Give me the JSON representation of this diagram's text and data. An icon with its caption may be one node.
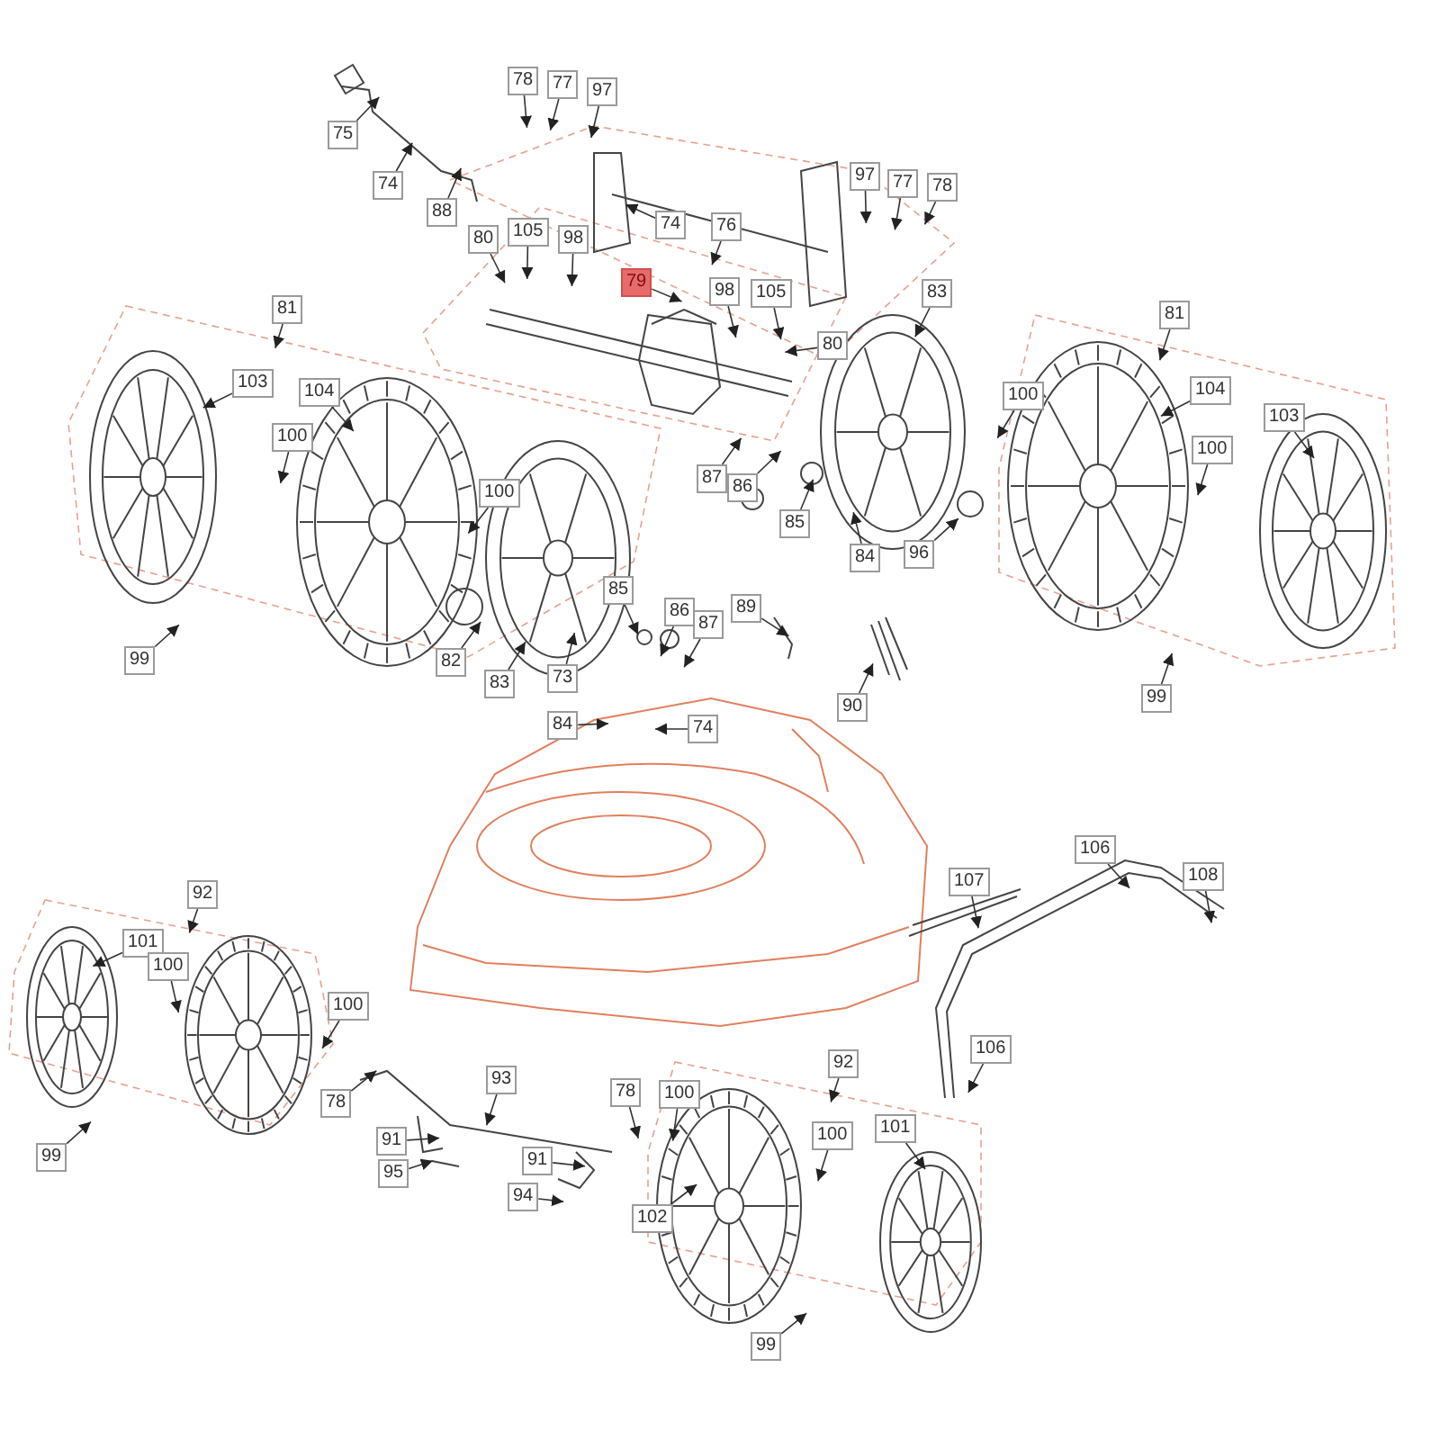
{
  "diagram": {
    "nodes": [
      {
        "text": [
          "75"
        ]
      },
      {
        "text": [
          "78"
        ]
      },
      {
        "text": [
          "77"
        ]
      },
      {
        "text": [
          "97"
        ]
      },
      {
        "text": [
          "74"
        ]
      },
      {
        "text": [
          "97"
        ]
      },
      {
        "text": [
          "77"
        ]
      },
      {
        "text": [
          "78"
        ]
      },
      {
        "text": [
          "88"
        ]
      },
      {
        "text": [
          "74"
        ]
      },
      {
        "text": [
          "76"
        ]
      },
      {
        "text": [
          "80"
        ]
      },
      {
        "text": [
          "105"
        ]
      },
      {
        "text": [
          "98"
        ]
      },
      {
        "text": [
          "79"
        ]
      },
      {
        "text": [
          "98"
        ]
      },
      {
        "text": [
          "83"
        ]
      },
      {
        "text": [
          "105"
        ]
      },
      {
        "text": [
          "81"
        ]
      },
      {
        "text": [
          "81"
        ]
      },
      {
        "text": [
          "80"
        ]
      },
      {
        "text": [
          "103"
        ]
      },
      {
        "text": [
          "104"
        ]
      },
      {
        "text": [
          "104"
        ]
      },
      {
        "text": [
          "100"
        ]
      },
      {
        "text": [
          "103"
        ]
      },
      {
        "text": [
          "100"
        ]
      },
      {
        "text": [
          "100"
        ]
      },
      {
        "text": [
          "87"
        ]
      },
      {
        "text": [
          "100"
        ]
      },
      {
        "text": [
          "86"
        ]
      },
      {
        "text": [
          "85"
        ]
      },
      {
        "text": [
          "84"
        ]
      },
      {
        "text": [
          "96"
        ]
      },
      {
        "text": [
          "85"
        ]
      },
      {
        "text": [
          "89"
        ]
      },
      {
        "text": [
          "86"
        ]
      },
      {
        "text": [
          "87"
        ]
      },
      {
        "text": [
          "99"
        ]
      },
      {
        "text": [
          "82"
        ]
      },
      {
        "text": [
          "83"
        ]
      },
      {
        "text": [
          "73"
        ]
      },
      {
        "text": [
          "99"
        ]
      },
      {
        "text": [
          "90"
        ]
      },
      {
        "text": [
          "84"
        ]
      },
      {
        "text": [
          "74"
        ]
      },
      {
        "text": [
          "106"
        ]
      },
      {
        "text": [
          "108"
        ]
      },
      {
        "text": [
          "107"
        ]
      },
      {
        "text": [
          "92"
        ]
      },
      {
        "text": [
          "101"
        ]
      },
      {
        "text": [
          "100"
        ]
      },
      {
        "text": [
          "100"
        ]
      },
      {
        "text": [
          "106"
        ]
      },
      {
        "text": [
          "92"
        ]
      },
      {
        "text": [
          "93"
        ]
      },
      {
        "text": [
          "78"
        ]
      },
      {
        "text": [
          "78"
        ]
      },
      {
        "text": [
          "100"
        ]
      },
      {
        "text": [
          "101"
        ]
      },
      {
        "text": [
          "100"
        ]
      },
      {
        "text": [
          "91"
        ]
      },
      {
        "text": [
          "99"
        ]
      },
      {
        "text": [
          "91"
        ]
      },
      {
        "text": [
          "95"
        ]
      },
      {
        "text": [
          "94"
        ]
      },
      {
        "text": [
          "102"
        ]
      },
      {
        "text": [
          "99"
        ]
      }
    ],
    "edges": [
      {
        "from": 0,
        "to": null,
        "arrow": "to"
      },
      {
        "from": 1,
        "to": null,
        "arrow": "to"
      },
      {
        "from": 2,
        "to": null,
        "arrow": "to"
      },
      {
        "from": 3,
        "to": null,
        "arrow": "to"
      },
      {
        "from": 4,
        "to": null,
        "arrow": "to"
      },
      {
        "from": 5,
        "to": null,
        "arrow": "to"
      },
      {
        "from": 6,
        "to": null,
        "arrow": "to"
      },
      {
        "from": 7,
        "to": null,
        "arrow": "to"
      },
      {
        "from": 8,
        "to": null,
        "arrow": "to"
      },
      {
        "from": 9,
        "to": null,
        "arrow": "to"
      },
      {
        "from": 10,
        "to": null,
        "arrow": "to"
      },
      {
        "from": 11,
        "to": null,
        "arrow": "to"
      },
      {
        "from": 12,
        "to": null,
        "arrow": "to"
      },
      {
        "from": 13,
        "to": null,
        "arrow": "to"
      },
      {
        "from": 14,
        "to": null,
        "arrow": "to"
      },
      {
        "from": 15,
        "to": null,
        "arrow": "to"
      },
      {
        "from": 16,
        "to": null,
        "arrow": "to"
      },
      {
        "from": 17,
        "to": null,
        "arrow": "to"
      },
      {
        "from": 18,
        "to": null,
        "arrow": "to"
      },
      {
        "from": 19,
        "to": null,
        "arrow": "to"
      },
      {
        "from": 20,
        "to": null,
        "arrow": "to"
      },
      {
        "from": 21,
        "to": null,
        "arrow": "to"
      },
      {
        "from": 22,
        "to": null,
        "arrow": "to"
      },
      {
        "from": 23,
        "to": null,
        "arrow": "to"
      },
      {
        "from": 24,
        "to": null,
        "arrow": "to"
      },
      {
        "from": 25,
        "to": null,
        "arrow": "to"
      },
      {
        "from": 26,
        "to": null,
        "arrow": "to"
      },
      {
        "from": 27,
        "to": null,
        "arrow": "to"
      },
      {
        "from": 28,
        "to": null,
        "arrow": "to"
      },
      {
        "from": 29,
        "to": null,
        "arrow": "to"
      },
      {
        "from": 30,
        "to": null,
        "arrow": "to"
      },
      {
        "from": 31,
        "to": null,
        "arrow": "to"
      },
      {
        "from": 32,
        "to": null,
        "arrow": "to"
      },
      {
        "from": 33,
        "to": null,
        "arrow": "to"
      },
      {
        "from": 34,
        "to": null,
        "arrow": "to"
      },
      {
        "from": 35,
        "to": null,
        "arrow": "to"
      },
      {
        "from": 36,
        "to": null,
        "arrow": "to"
      },
      {
        "from": 37,
        "to": null,
        "arrow": "to"
      },
      {
        "from": 38,
        "to": null,
        "arrow": "to"
      },
      {
        "from": 39,
        "to": null,
        "arrow": "to"
      },
      {
        "from": 40,
        "to": null,
        "arrow": "to"
      },
      {
        "from": 41,
        "to": null,
        "arrow": "to"
      },
      {
        "from": 42,
        "to": null,
        "arrow": "to"
      },
      {
        "from": 43,
        "to": null,
        "arrow": "to"
      },
      {
        "from": 44,
        "to": null,
        "arrow": "to"
      },
      {
        "from": 45,
        "to": null,
        "arrow": "to"
      },
      {
        "from": 46,
        "to": null,
        "arrow": "to"
      },
      {
        "from": 47,
        "to": null,
        "arrow": "to"
      },
      {
        "from": 48,
        "to": null,
        "arrow": "to"
      },
      {
        "from": 49,
        "to": null,
        "arrow": "to"
      },
      {
        "from": 50,
        "to": null,
        "arrow": "to"
      },
      {
        "from": 51,
        "to": null,
        "arrow": "to"
      },
      {
        "from": 52,
        "to": null,
        "arrow": "to"
      },
      {
        "from": 53,
        "to": null,
        "arrow": "to"
      },
      {
        "from": 54,
        "to": null,
        "arrow": "to"
      },
      {
        "from": 55,
        "to": null,
        "arrow": "to"
      },
      {
        "from": 56,
        "to": null,
        "arrow": "to"
      },
      {
        "from": 57,
        "to": null,
        "arrow": "to"
      },
      {
        "from": 58,
        "to": null,
        "arrow": "to"
      },
      {
        "from": 59,
        "to": null,
        "arrow": "to"
      },
      {
        "from": 60,
        "to": null,
        "arrow": "to"
      },
      {
        "from": 61,
        "to": null,
        "arrow": "to"
      },
      {
        "from": 62,
        "to": null,
        "arrow": "to"
      },
      {
        "from": 63,
        "to": null,
        "arrow": "to"
      },
      {
        "from": 64,
        "to": null,
        "arrow": "to"
      },
      {
        "from": 65,
        "to": null,
        "arrow": "to"
      },
      {
        "from": 66,
        "to": null,
        "arrow": "to"
      },
      {
        "from": 67,
        "to": null,
        "arrow": "to"
      }
    ]
  }
}
